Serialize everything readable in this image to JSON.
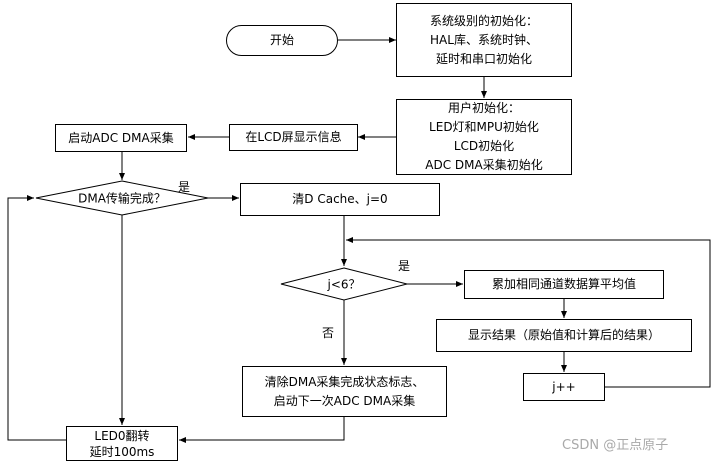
{
  "nodes": {
    "start": "开始",
    "sys_init": "系统级别的初始化：\nHAL库、系统时钟、\n延时和串口初始化",
    "user_init": "用户初始化：\nLED灯和MPU初始化\nLCD初始化\nADC DMA采集初始化",
    "lcd_show": "在LCD屏显示信息",
    "start_adc_dma": "启动ADC DMA采集",
    "dma_done": "DMA传输完成？",
    "clean_cache": "清D Cache、j=0",
    "j_check": "j<6？",
    "accumulate": "累加相同通道数据算平均值",
    "show_result": "显示结果（原始值和计算后的结果）",
    "j_inc": "j++",
    "clear_flag": "清除DMA采集完成状态标志、\n启动下一次ADC DMA采集",
    "led_toggle": "LED0翻转\n延时100ms"
  },
  "edge_labels": {
    "dma_yes": "是",
    "j_yes": "是",
    "j_no": "否"
  },
  "watermark": "CSDN @正点原子"
}
